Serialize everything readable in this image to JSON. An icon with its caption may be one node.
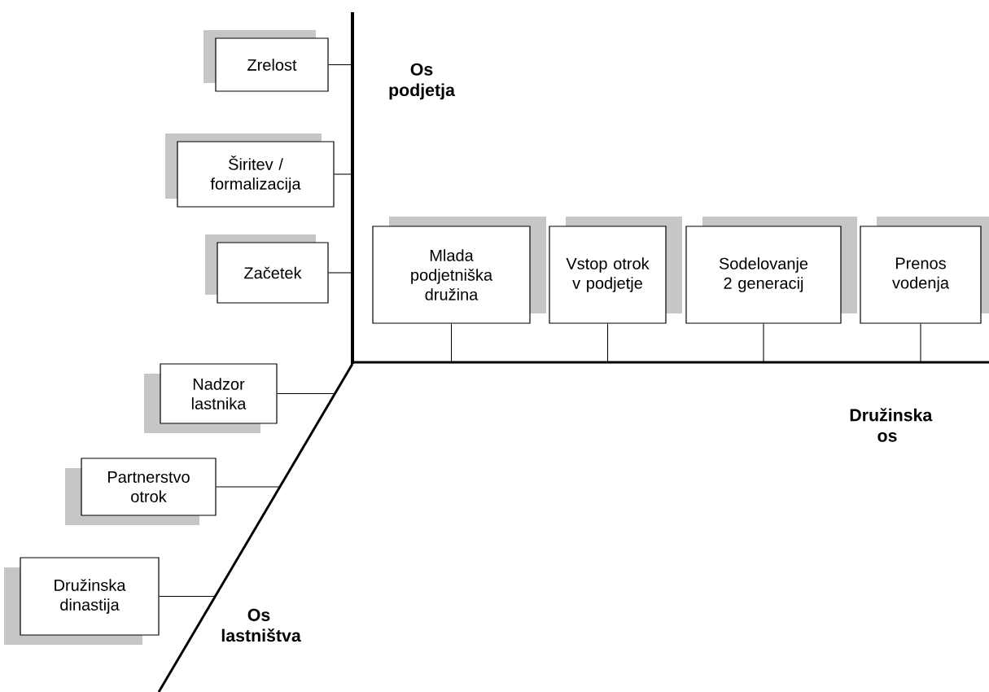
{
  "diagram": {
    "nodes": [
      {
        "text": [
          "Zrelost"
        ]
      },
      {
        "text": [
          "Širitev / formalizacija"
        ]
      },
      {
        "text": [
          "Začetek"
        ]
      },
      {
        "text": [
          "Mlada podjetniška družina"
        ]
      },
      {
        "text": [
          "Vstop otrok v podjetje"
        ]
      },
      {
        "text": [
          "Sodelovanje 2 generacij"
        ]
      },
      {
        "text": [
          "Prenos vodenja"
        ]
      },
      {
        "text": [
          "Nadzor lastnika"
        ]
      },
      {
        "text": [
          "Partnerstvo otrok"
        ]
      },
      {
        "text": [
          "Družinska dinastija"
        ]
      }
    ],
    "edges": [
      {
        "from": 0,
        "to": null,
        "arrow": "none"
      },
      {
        "from": 1,
        "to": null,
        "arrow": "none"
      },
      {
        "from": 2,
        "to": null,
        "arrow": "none"
      },
      {
        "from": 3,
        "to": null,
        "arrow": "none"
      },
      {
        "from": 4,
        "to": null,
        "arrow": "none"
      },
      {
        "from": 5,
        "to": null,
        "arrow": "none"
      },
      {
        "from": 6,
        "to": null,
        "arrow": "none"
      },
      {
        "from": 7,
        "to": null,
        "arrow": "none"
      },
      {
        "from": 8,
        "to": null,
        "arrow": "none"
      },
      {
        "from": 9,
        "to": null,
        "arrow": "none"
      }
    ],
    "labels": [
      "Os podjetja",
      "Družinska os",
      "Os lastništva"
    ]
  }
}
